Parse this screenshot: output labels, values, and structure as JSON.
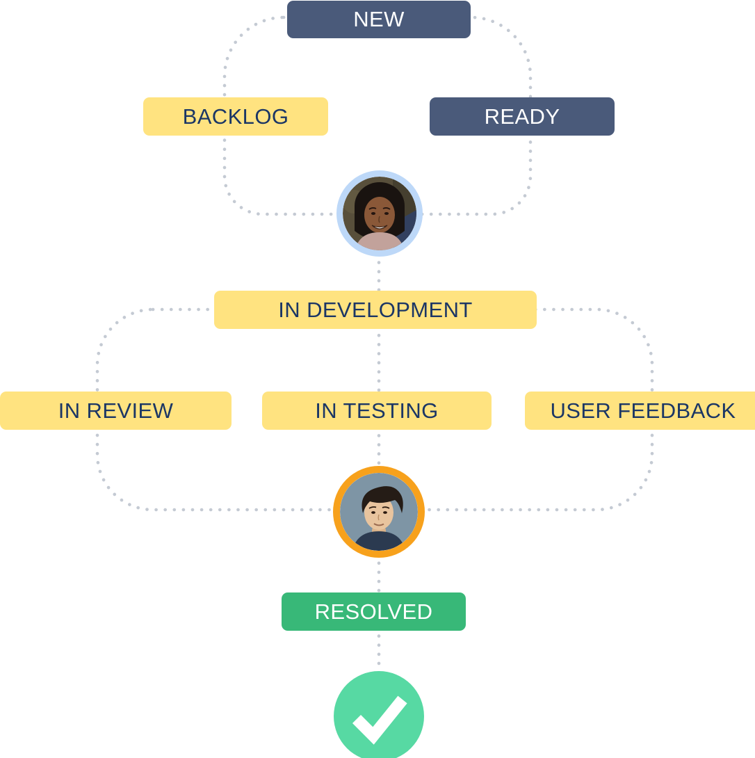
{
  "colors": {
    "background": "#FFFFFF",
    "slate_badge": "#4A5A7A",
    "yellow_badge": "#FFE380",
    "green_badge": "#38B878",
    "check_circle_green": "#57D9A3",
    "navy_text": "#1B3665",
    "light_text": "#FFFFFF",
    "connector_dot": "#C4CAD3",
    "avatar_ring_blue": "#BDD8F8",
    "avatar_ring_orange": "#F7A11C"
  },
  "stages": [
    {
      "id": "new",
      "label": "NEW",
      "variant": "slate"
    },
    {
      "id": "backlog",
      "label": "BACKLOG",
      "variant": "yellow"
    },
    {
      "id": "ready",
      "label": "READY",
      "variant": "slate"
    },
    {
      "id": "in_development",
      "label": "IN DEVELOPMENT",
      "variant": "yellow"
    },
    {
      "id": "in_review",
      "label": "IN REVIEW",
      "variant": "yellow"
    },
    {
      "id": "in_testing",
      "label": "IN TESTING",
      "variant": "yellow"
    },
    {
      "id": "user_feedback",
      "label": "USER FEEDBACK",
      "variant": "yellow"
    },
    {
      "id": "resolved",
      "label": "RESOLVED",
      "variant": "green"
    }
  ],
  "avatars": [
    {
      "id": "assignee-1",
      "description": "smiling woman, dark hair, light blue ring",
      "ring_color": "#BDD8F8"
    },
    {
      "id": "assignee-2",
      "description": "young man, dark swept hair, orange ring",
      "ring_color": "#F7A11C"
    }
  ],
  "done": {
    "icon": "checkmark-icon"
  }
}
